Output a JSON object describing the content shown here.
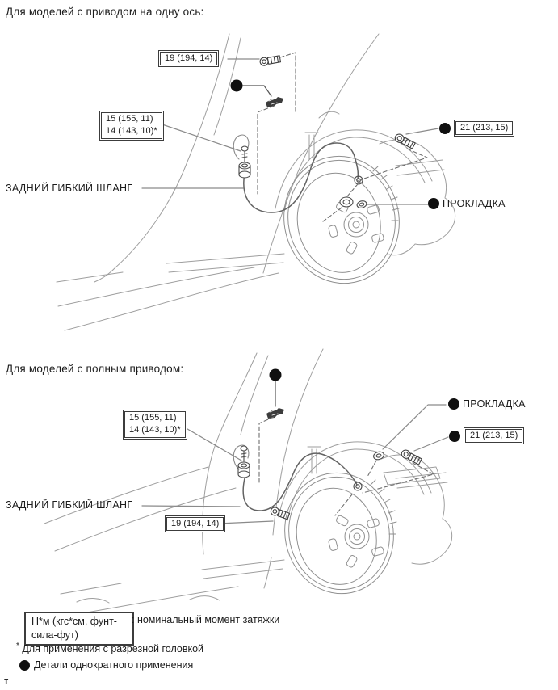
{
  "sections": {
    "single_axle": {
      "title": "Для моделей с приводом на одну ось:",
      "labels": {
        "torque19": "19 (194, 14)",
        "torque15": "15 (155, 11)",
        "torque14": "14 (143, 10)*",
        "torque21": "21 (213, 15)",
        "hose": "ЗАДНИЙ ГИБКИЙ ШЛАНГ",
        "gasket": "ПРОКЛАДКА"
      }
    },
    "awd": {
      "title": "Для моделей с полным приводом:",
      "labels": {
        "torque19": "19 (194, 14)",
        "torque15": "15 (155, 11)",
        "torque14": "14 (143, 10)*",
        "torque21": "21 (213, 15)",
        "hose": "ЗАДНИЙ ГИБКИЙ ШЛАНГ",
        "gasket": "ПРОКЛАДКА"
      }
    }
  },
  "legend": {
    "torque_unit_line1": "Н*м (кгс*см, фунт-",
    "torque_unit_line2": "сила-фут)",
    "torque_unit_note": ": номинальный момент затяжки",
    "split_head_marker": "*",
    "split_head_note": "Для применения с разрезной головкой",
    "single_use_note": "Детали однократного применения"
  },
  "footer": {
    "page_marker": "т"
  }
}
